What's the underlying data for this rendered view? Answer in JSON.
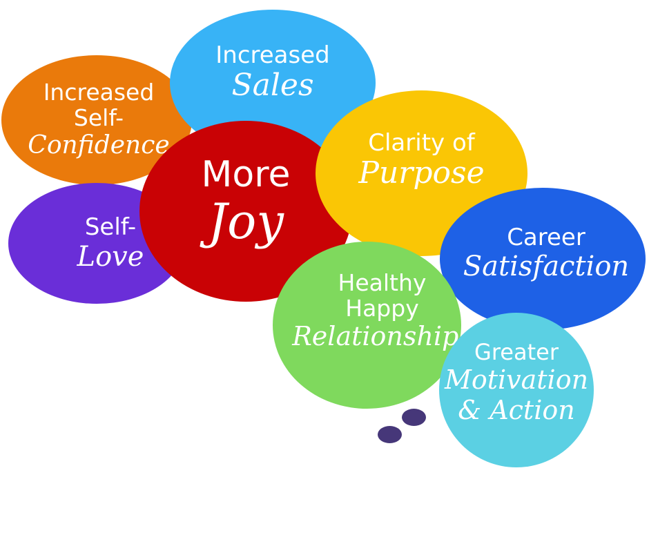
{
  "bubbles": {
    "confidence": {
      "line1": "Increased",
      "line2": "Self-",
      "script": "Confidence",
      "color": "#ea7a0b"
    },
    "sales": {
      "line1": "Increased",
      "script": "Sales",
      "color": "#38b3f6"
    },
    "self_love": {
      "line1": "Self-",
      "script": "Love",
      "color": "#6a2ed8"
    },
    "joy": {
      "line1": "More",
      "script": "Joy",
      "color": "#c90205"
    },
    "purpose": {
      "line1": "Clarity of",
      "script": "Purpose",
      "color": "#fac605"
    },
    "career": {
      "line1": "Career",
      "script": "Satisfaction",
      "color": "#1e61e6"
    },
    "relationships": {
      "line1": "Healthy",
      "line2": "Happy",
      "script": "Relationships",
      "color": "#7fd95d"
    },
    "motivation": {
      "line1": "Greater",
      "script": "Motivation",
      "script2": "& Action",
      "color": "#5bd0e3"
    }
  },
  "thought_dots_color": "#463779"
}
